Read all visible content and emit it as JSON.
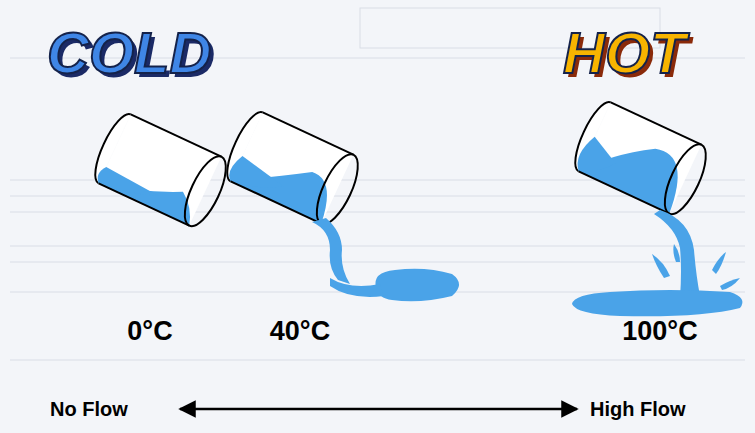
{
  "diagram": {
    "labels": [
      "COLD",
      "HOT",
      "0°C",
      "40°C",
      "100°C",
      "No Flow",
      "High Flow"
    ]
  }
}
